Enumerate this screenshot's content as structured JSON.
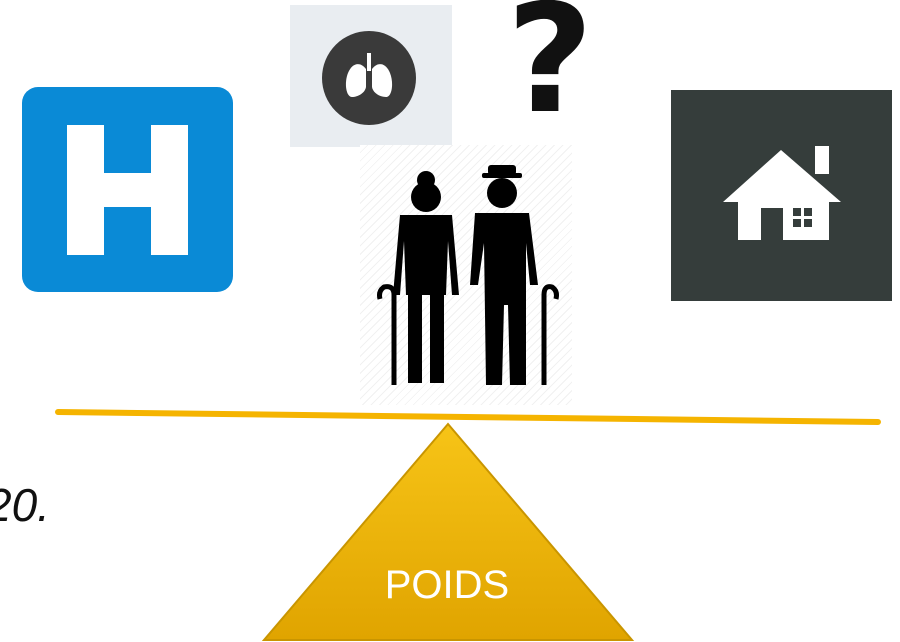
{
  "icons": {
    "hospital": "hospital-icon",
    "lungs": "lungs-icon",
    "question": "question-mark",
    "elderly": "elderly-couple-icon",
    "home": "house-icon"
  },
  "question_mark_text": "?",
  "left_fragment_text": "20.",
  "fulcrum_label": "POIDS",
  "colors": {
    "hospital_blue": "#0a8ad6",
    "house_tile": "#353d3b",
    "beam": "#f5b400",
    "fulcrum_gold": "#ffc000",
    "fulcrum_dark": "#d39a00"
  }
}
